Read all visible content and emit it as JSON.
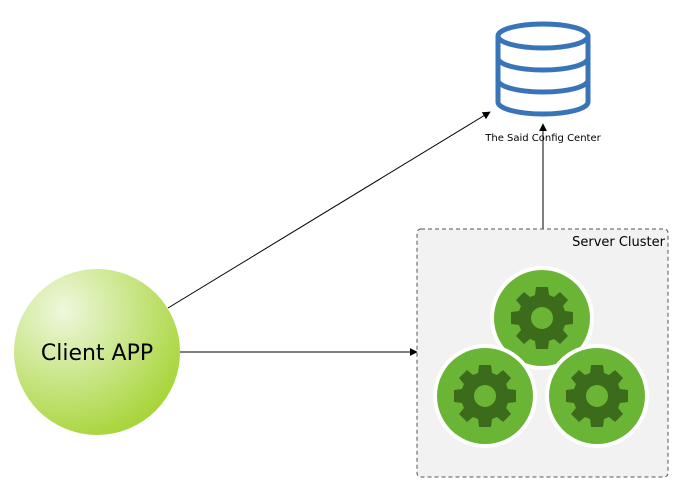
{
  "nodes": {
    "config_center": {
      "label": "The Said Config Center",
      "icon": "database-icon",
      "color": "#3a74b8"
    },
    "server_cluster": {
      "label": "Server Cluster",
      "border_color": "#555555",
      "fill": "#f2f2f2",
      "members": [
        {
          "icon": "gear-icon"
        },
        {
          "icon": "gear-icon"
        },
        {
          "icon": "gear-icon"
        }
      ],
      "gear_circle_color": "#6ab536",
      "gear_color": "#3d6b1c"
    },
    "client_app": {
      "label": "Client APP",
      "gradient": [
        "#eef8dd",
        "#a8d53a"
      ]
    }
  },
  "edges": [
    {
      "from": "client_app",
      "to": "config_center"
    },
    {
      "from": "client_app",
      "to": "server_cluster"
    },
    {
      "from": "server_cluster",
      "to": "config_center"
    }
  ]
}
